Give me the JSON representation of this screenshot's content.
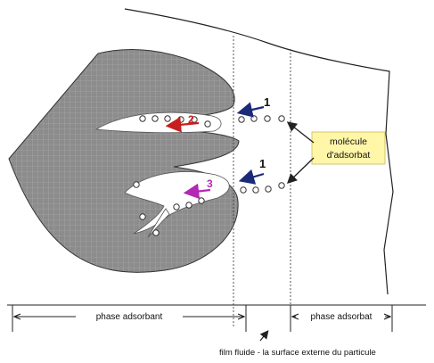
{
  "labels": {
    "arrow_upper": "1",
    "arrow_lower": "1",
    "arrow_red": "2",
    "arrow_magenta": "3",
    "callout": [
      "molécule",
      "d'adsorbat"
    ],
    "phase_adsorbant": "phase adsorbant",
    "phase_adsorbat": "phase adsorbat",
    "bottom_caption": "film fluide - la surface externe du particule"
  },
  "colors": {
    "particle_fill": "#8c8c8c",
    "particle_grid": "#a8a8a8",
    "callout_fill": "#fff6a8",
    "arrow_blue": "#1c2a7a",
    "arrow_red": "#c81e1e",
    "arrow_magenta": "#b428b4",
    "line_dark": "#222222"
  }
}
